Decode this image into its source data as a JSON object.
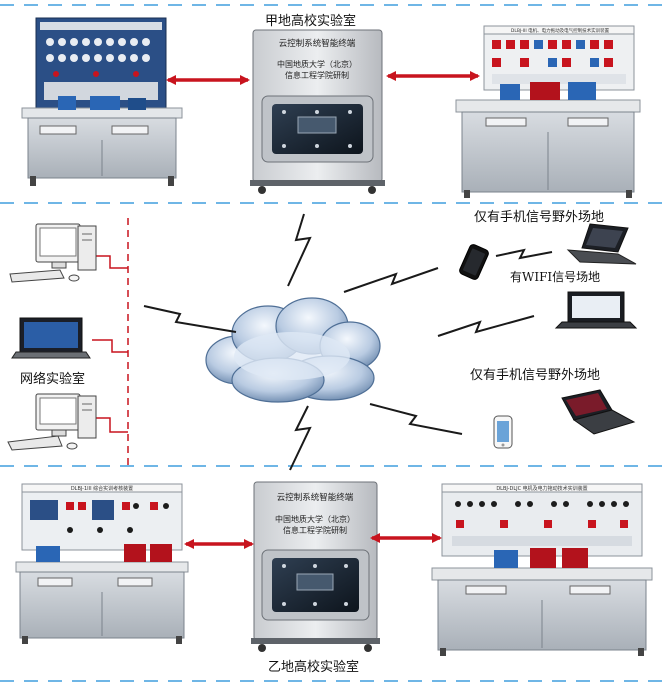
{
  "labels": {
    "top_lab": "甲地高校实验室",
    "bottom_lab": "乙地高校实验室",
    "network_lab": "网络实验室",
    "phone_only_top": "仅有手机信号野外场地",
    "wifi_site": "有WIFI信号场地",
    "phone_only_mid": "仅有手机信号野外场地"
  },
  "terminals": {
    "top": {
      "title": "云控制系统智能终端",
      "org_line1": "中国地质大学（北京）",
      "org_line2": "信息工程学院研制"
    },
    "bottom": {
      "title": "云控制系统智能终端",
      "org_line1": "中国地质大学（北京）",
      "org_line2": "信息工程学院研制"
    }
  },
  "benches": {
    "top_right_sign": "DLBJ-III 电机、电力拖动及电气控制技术实训装置",
    "bottom_left_sign": "DLBJ-1III 综合实训考核装置",
    "bottom_right_sign": "DLBJ-DLJC 电机及电力拖动技术实训装置"
  },
  "colors": {
    "arrow": "#c8141e",
    "divider": "#6fb6e6",
    "cloud_light": "#eef5fc",
    "cloud_dark": "#4f6f96",
    "bench_gray": "#c9ced4",
    "panel_blue": "#2b4f86"
  }
}
